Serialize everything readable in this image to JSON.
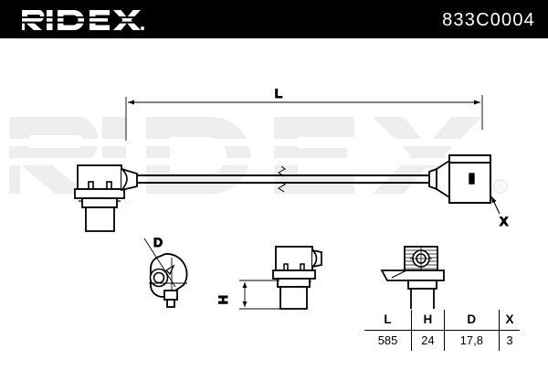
{
  "header": {
    "brand": "RIDEX",
    "brand_icon": "ridex-wordmark-logo",
    "part_number": "833C0004",
    "background_color": "#000000",
    "text_color": "#ffffff"
  },
  "watermark": {
    "text": "RIDEX",
    "registered_mark": "®",
    "color": "#eeeeee"
  },
  "drawing": {
    "title": "crankshaft-position-sensor-technical-drawing",
    "line_color": "#000000",
    "main_view": {
      "name": "sensor-cable-assembly-view",
      "dimension_label": "L",
      "connector_callout": "X",
      "break_symbol": "cable-break-marks"
    },
    "detail_views": [
      {
        "name": "top-plan-view",
        "callout": "D"
      },
      {
        "name": "side-elevation-view",
        "callout": "H"
      },
      {
        "name": "front-elevation-view",
        "callout": ""
      }
    ]
  },
  "spec_table": {
    "name": "dimensions-table",
    "headers": [
      "L",
      "H",
      "D",
      "X"
    ],
    "values": [
      "585",
      "24",
      "17,8",
      "3"
    ]
  }
}
